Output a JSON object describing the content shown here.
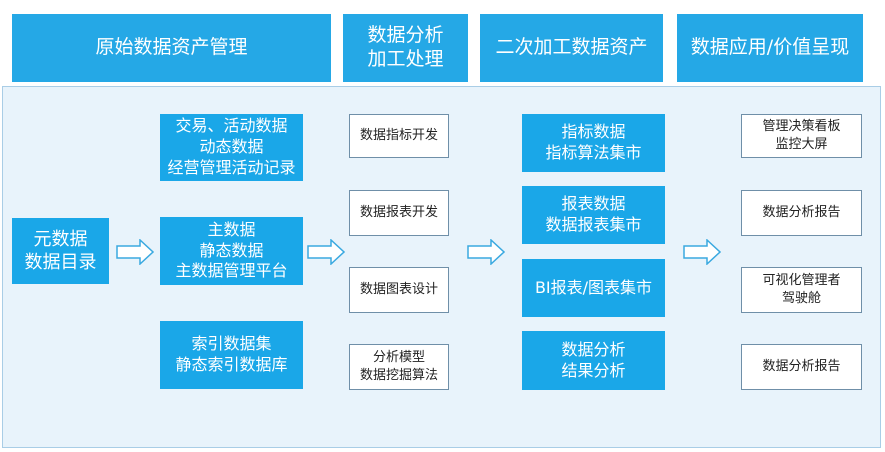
{
  "headers": [
    {
      "label": "原始数据资产管理"
    },
    {
      "label": "数据分析\n加工处理"
    },
    {
      "label": "二次加工数据资产"
    },
    {
      "label": "数据应用/价值呈现"
    }
  ],
  "catalog": {
    "label": "元数据\n数据目录"
  },
  "raw_data": [
    {
      "label": "交易、活动数据\n动态数据\n经营管理活动记录"
    },
    {
      "label": "主数据\n静态数据\n主数据管理平台"
    },
    {
      "label": "索引数据集\n静态索引数据库"
    }
  ],
  "processing": [
    {
      "label": "数据指标开发"
    },
    {
      "label": "数据报表开发"
    },
    {
      "label": "数据图表设计"
    },
    {
      "label": "分析模型\n数据挖掘算法"
    }
  ],
  "secondary_assets": [
    {
      "label": "指标数据\n指标算法集市"
    },
    {
      "label": "报表数据\n数据报表集市"
    },
    {
      "label": "BI报表/图表集市"
    },
    {
      "label": "数据分析\n结果分析"
    }
  ],
  "applications": [
    {
      "label": "管理决策看板\n监控大屏"
    },
    {
      "label": "数据分析报告"
    },
    {
      "label": "可视化管理者\n驾驶舱"
    },
    {
      "label": "数据分析报告"
    }
  ],
  "colors": {
    "header_blue": "#25a8e6",
    "box_blue": "#1aa7e8",
    "panel_bg": "#e8f3fb",
    "arrow_outline": "#3aa9e0"
  }
}
